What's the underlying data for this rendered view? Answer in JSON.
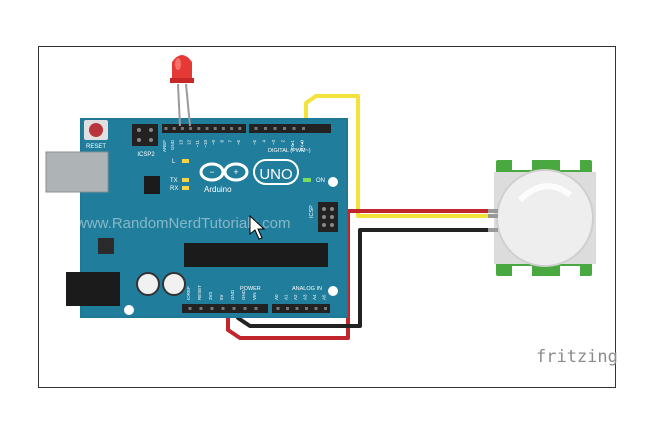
{
  "board": {
    "brand": "Arduino",
    "model": "UNO",
    "reset_label": "RESET",
    "icsp2_label": "ICSP2",
    "icsp_label": "ICSP",
    "on_label": "ON",
    "l_label": "L",
    "tx_label": "TX",
    "rx_label": "RX",
    "digital_label": "DIGITAL (PWM~)",
    "power_label": "POWER",
    "analog_label": "ANALOG IN",
    "aref_label": "AREF",
    "gnd_label": "GND",
    "top_pins": [
      "13",
      "12",
      "~11",
      "~10",
      "~9",
      "8",
      "7",
      "~6",
      "~5",
      "4",
      "~3",
      "2",
      "TX▸1",
      "RX◂0"
    ],
    "power_pins": [
      "IOREF",
      "RESET",
      "3V3",
      "5V",
      "GND",
      "GND",
      "VIN"
    ],
    "analog_pins": [
      "A0",
      "A1",
      "A2",
      "A3",
      "A4",
      "A5"
    ],
    "board_color": "#1f7896"
  },
  "watermark": "www.RandomNerdTutorials.com",
  "footer": {
    "fritzing_label": "fritzing"
  },
  "wire_colors": {
    "signal": "#f2e23a",
    "power": "#c0262b",
    "ground": "#222222",
    "led": "#e53935"
  }
}
